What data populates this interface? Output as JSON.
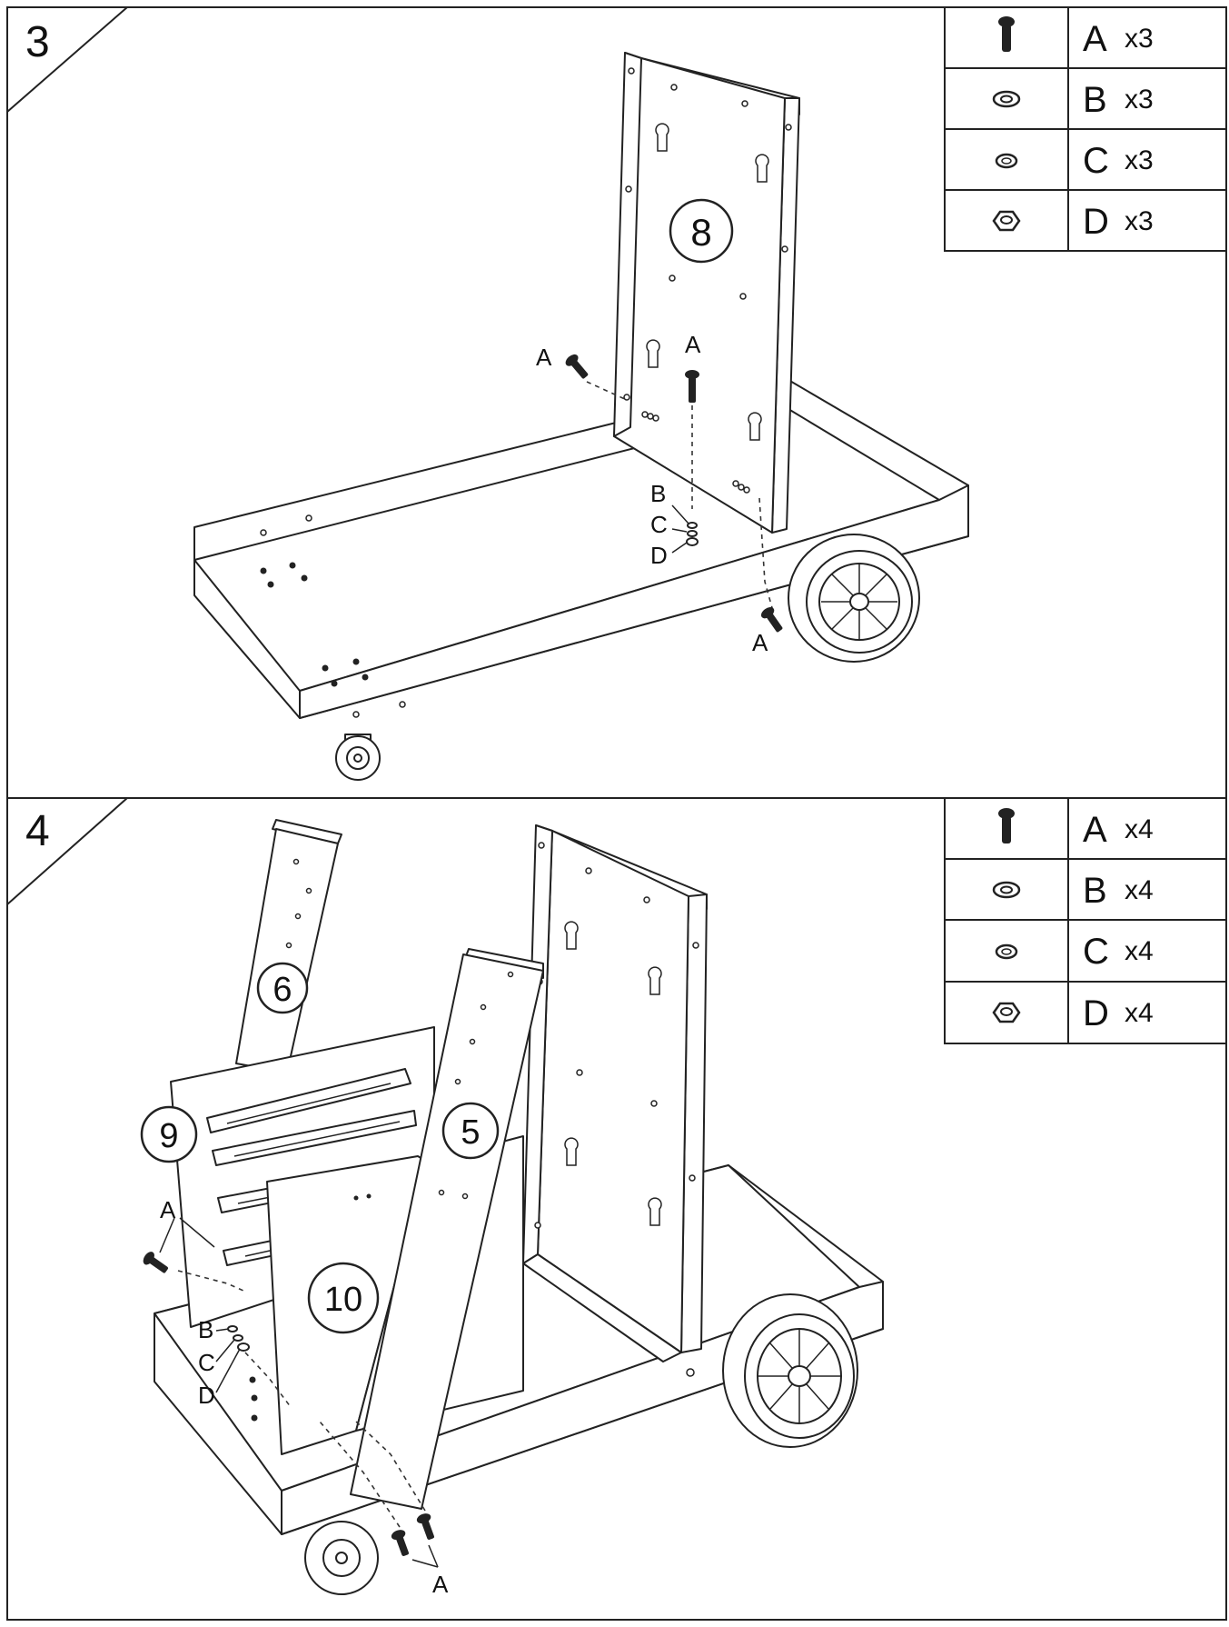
{
  "steps": [
    {
      "number": "3",
      "parts_table": [
        {
          "icon": "screw-icon",
          "letter": "A",
          "qty": "x3"
        },
        {
          "icon": "flat-washer-icon",
          "letter": "B",
          "qty": "x3"
        },
        {
          "icon": "lock-washer-icon",
          "letter": "C",
          "qty": "x3"
        },
        {
          "icon": "hex-nut-icon",
          "letter": "D",
          "qty": "x3"
        }
      ],
      "callouts": {
        "panel": "8",
        "screw_left": "A",
        "screw_top": "A",
        "screw_bottom": "A",
        "washer_b": "B",
        "washer_c": "C",
        "nut_d": "D"
      }
    },
    {
      "number": "4",
      "parts_table": [
        {
          "icon": "screw-icon",
          "letter": "A",
          "qty": "x4"
        },
        {
          "icon": "flat-washer-icon",
          "letter": "B",
          "qty": "x4"
        },
        {
          "icon": "lock-washer-icon",
          "letter": "C",
          "qty": "x4"
        },
        {
          "icon": "hex-nut-icon",
          "letter": "D",
          "qty": "x4"
        }
      ],
      "callouts": {
        "part_6": "6",
        "part_9": "9",
        "part_5": "5",
        "part_10": "10",
        "screw_left": "A",
        "washer_b": "B",
        "washer_c": "C",
        "nut_d": "D",
        "screws_bottom": "A"
      }
    }
  ]
}
